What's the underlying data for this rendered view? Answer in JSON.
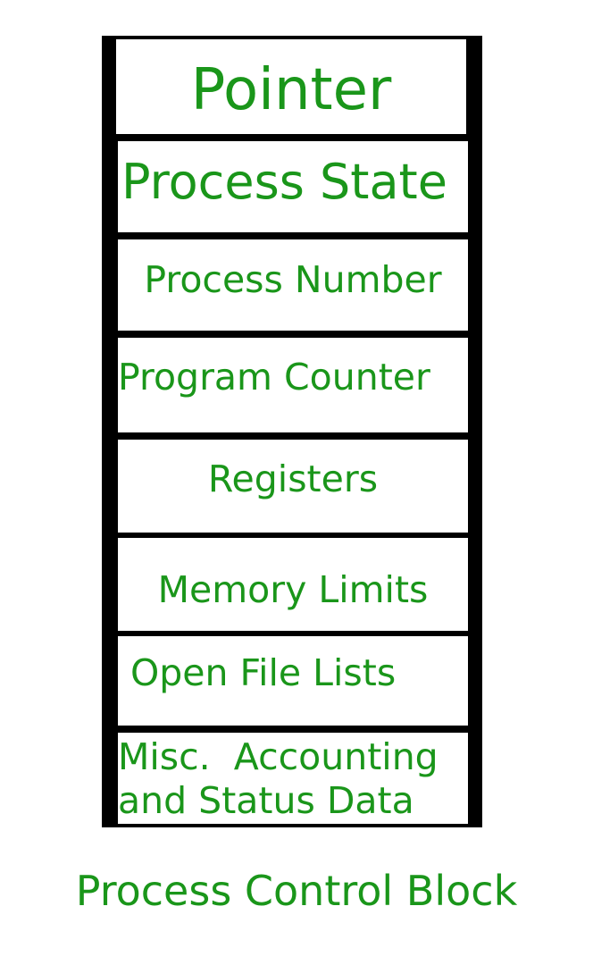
{
  "diagram": {
    "fields": [
      "Pointer",
      "Process State",
      "Process Number",
      "Program Counter",
      "Registers",
      "Memory Limits",
      "Open File Lists",
      "Misc.  Accounting\nand Status Data"
    ],
    "caption": "Process Control Block"
  },
  "colors": {
    "text": "#1a961a",
    "border": "#000000",
    "background": "#ffffff"
  }
}
